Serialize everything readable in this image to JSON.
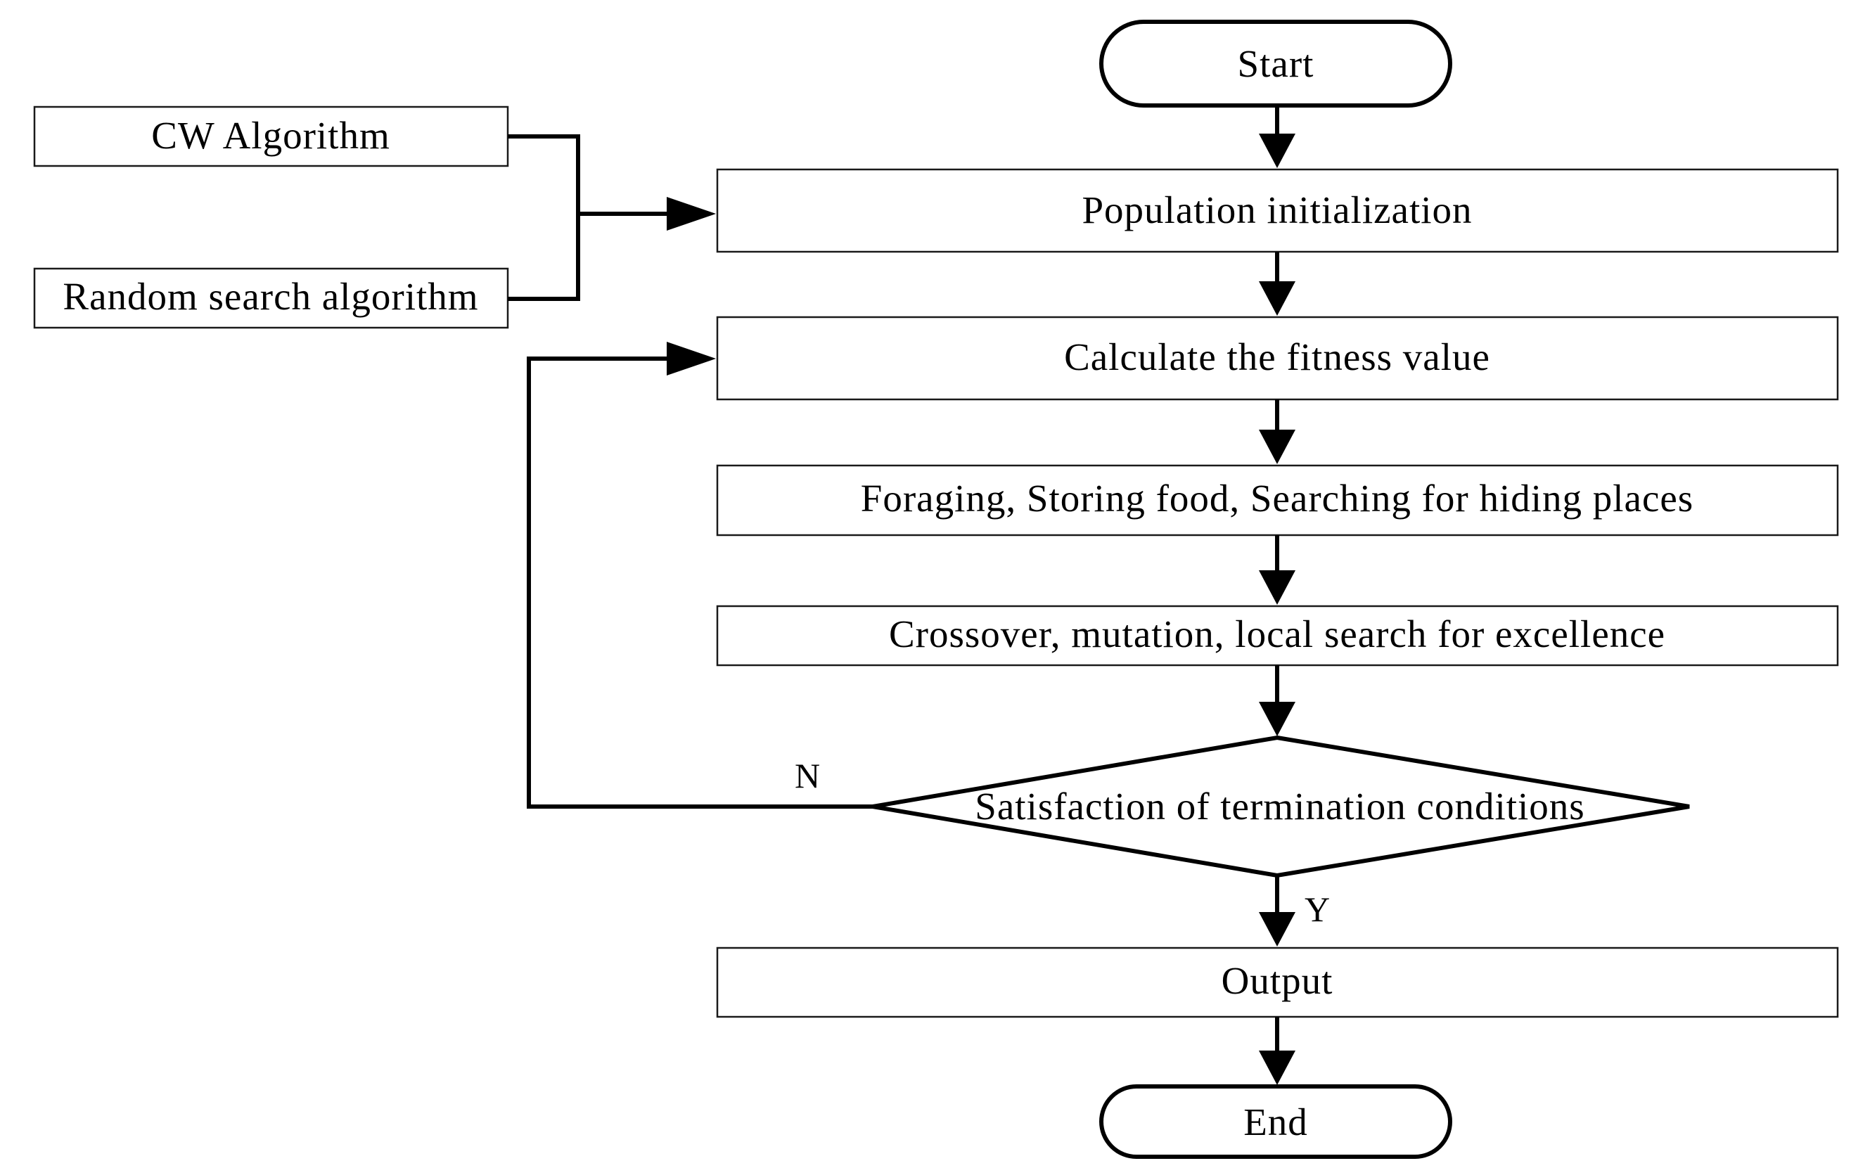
{
  "nodes": {
    "start": "Start",
    "cw_algorithm": "CW Algorithm",
    "random_search": "Random search algorithm",
    "population_init": "Population initialization",
    "fitness": "Calculate the fitness value",
    "foraging": "Foraging, Storing food, Searching for hiding places",
    "crossover": "Crossover, mutation, local search for excellence",
    "decision": "Satisfaction of termination conditions",
    "output": "Output",
    "end": "End"
  },
  "branches": {
    "no": "N",
    "yes": "Y"
  }
}
